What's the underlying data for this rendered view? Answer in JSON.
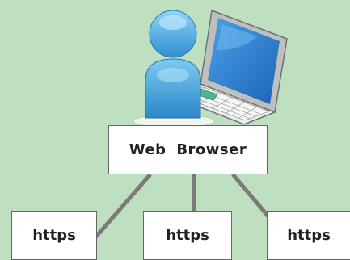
{
  "diagram": {
    "background_color": "#bfe0c0",
    "connector_color": "#7a7a7a",
    "user_icon": "user-icon",
    "laptop_icon": "laptop-icon",
    "browser_label": "Web  Browser",
    "endpoints": [
      {
        "label": "https"
      },
      {
        "label": "https"
      },
      {
        "label": "https"
      }
    ]
  }
}
